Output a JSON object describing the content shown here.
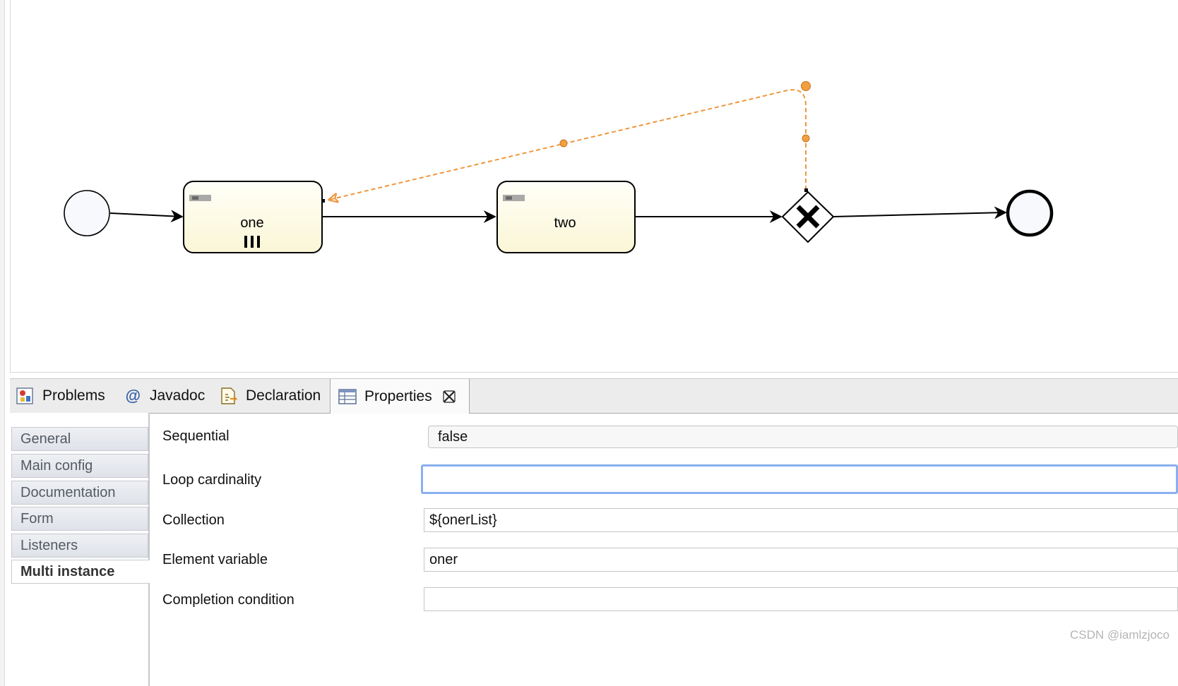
{
  "diagram": {
    "tasks": [
      {
        "name": "one",
        "marker": "multi-instance-parallel-icon"
      },
      {
        "name": "two"
      }
    ],
    "colors": {
      "selection": "#f0963c",
      "task_fill_top": "#fffff8",
      "task_fill_bottom": "#fbf7d8"
    }
  },
  "tabs": [
    {
      "label": "Problems",
      "icon": "problems-icon"
    },
    {
      "label": "Javadoc",
      "icon": "javadoc-icon"
    },
    {
      "label": "Declaration",
      "icon": "declaration-icon"
    },
    {
      "label": "Properties",
      "icon": "properties-icon",
      "active": true
    }
  ],
  "side_nav": {
    "items": [
      {
        "label": "General"
      },
      {
        "label": "Main config"
      },
      {
        "label": "Documentation"
      },
      {
        "label": "Form"
      },
      {
        "label": "Listeners"
      },
      {
        "label": "Multi instance",
        "selected": true
      }
    ]
  },
  "properties": {
    "sequential": {
      "label": "Sequential",
      "value": "false"
    },
    "loop_cardinality": {
      "label": "Loop cardinality",
      "value": ""
    },
    "collection": {
      "label": "Collection",
      "value": "${onerList}"
    },
    "element_variable": {
      "label": "Element variable",
      "value": "oner"
    },
    "completion_condition": {
      "label": "Completion condition",
      "value": ""
    }
  },
  "watermark": "CSDN @iamlzjoco"
}
